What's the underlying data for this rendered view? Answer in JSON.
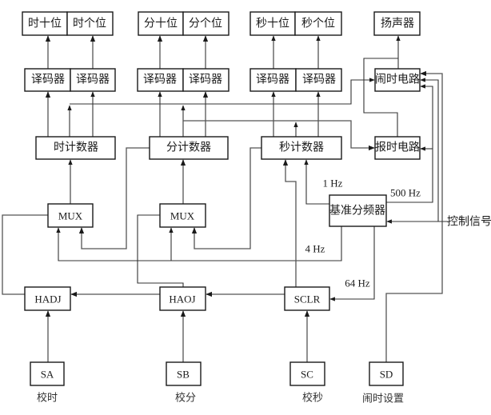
{
  "diagram": {
    "displays": {
      "hour_tens": "时十位",
      "hour_ones": "时个位",
      "minute_tens": "分十位",
      "minute_ones": "分个位",
      "second_tens": "秒十位",
      "second_ones": "秒个位"
    },
    "speaker": "扬声器",
    "decoder": "译码器",
    "alarm_circuit": "闹时电路",
    "chime_circuit": "报时电路",
    "counters": {
      "hour": "时计数器",
      "minute": "分计数器",
      "second": "秒计数器"
    },
    "mux": "MUX",
    "divider": "基准分频器",
    "adjust": {
      "hadj": "HADJ",
      "haoj": "HAOJ",
      "sclr": "SCLR"
    },
    "switches": {
      "sa": {
        "label": "SA",
        "caption": "校时"
      },
      "sb": {
        "label": "SB",
        "caption": "校分"
      },
      "sc": {
        "label": "SC",
        "caption": "校秒"
      },
      "sd": {
        "label": "SD",
        "caption": "闹时设置"
      }
    },
    "signals": {
      "hz1": "1 Hz",
      "hz4": "4 Hz",
      "hz64": "64 Hz",
      "hz500": "500 Hz",
      "control": "控制信号"
    }
  }
}
